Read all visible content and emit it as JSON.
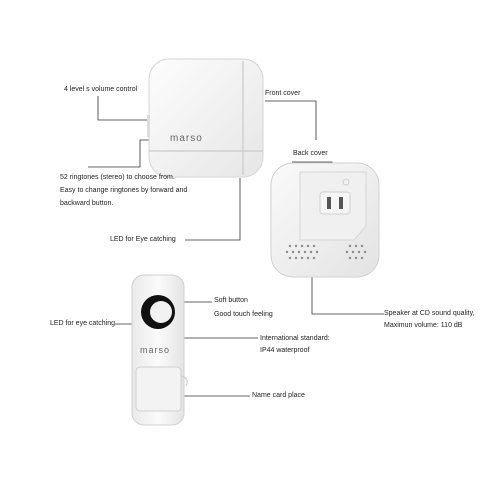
{
  "brand": "marso",
  "labels": {
    "volume": "4 level  s volume control",
    "ringtones_1": "52 ringtones (stereo) to choose from.",
    "ringtones_2": "Easy to change ringtones by forward and",
    "ringtones_3": "backward button.",
    "led_receiver": "LED for Eye catching",
    "front_cover": "Front cover",
    "back_cover": "Back cover",
    "speaker_1": "Speaker at CD sound quality,",
    "speaker_2": "Maximun volume: 110 dB",
    "soft_button_1": "Soft button",
    "soft_button_2": "Good touch feeling",
    "led_transmitter": "LED for eye catching",
    "standard_1": "International standard:",
    "standard_2": "IP44 waterproof",
    "name_card": "Name card place"
  },
  "colors": {
    "device_body": "#f4f4f4",
    "device_edge": "#d8d8d8",
    "button_ring": "#111111",
    "leader_line": "#333333"
  }
}
